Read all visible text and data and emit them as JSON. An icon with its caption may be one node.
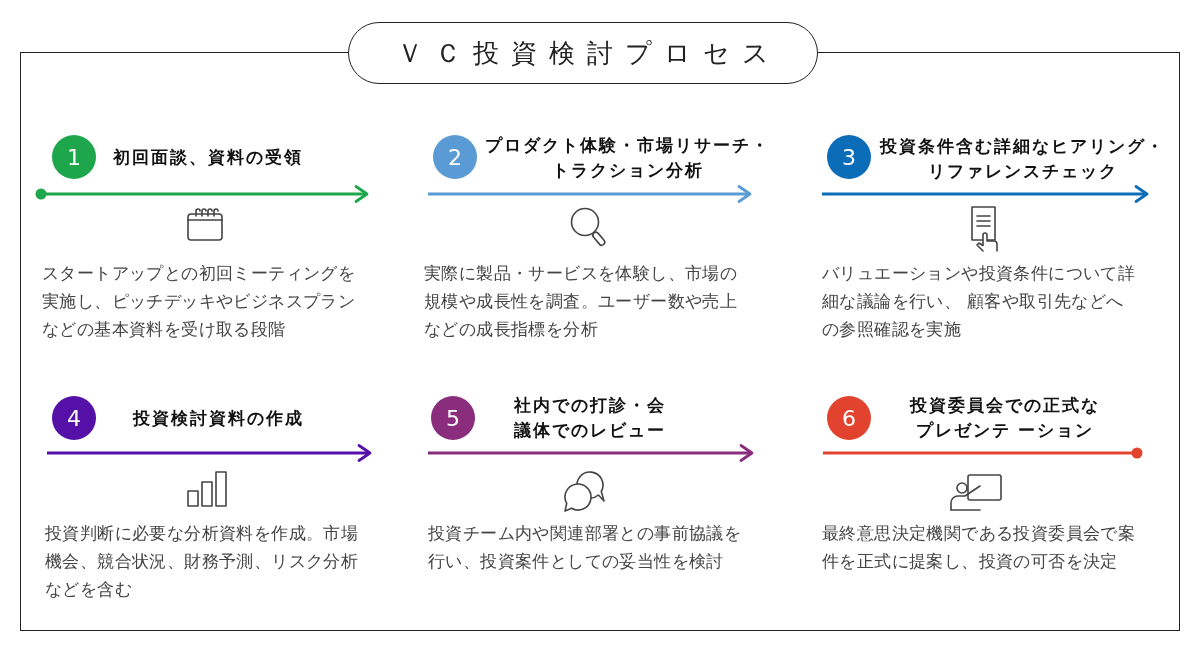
{
  "diagram": {
    "title": "ＶＣ投資検討プロセス",
    "nodes": [
      {
        "text": [
          "1"
        ],
        "beside": [
          "初回面談、資料の受領"
        ]
      },
      {
        "text": [
          "2"
        ],
        "beside": [
          "プロダクト体験・市場リサーチ・トラクション分析"
        ]
      },
      {
        "text": [
          "3"
        ],
        "beside": [
          "投資条件含む詳細なヒアリング・リファレンスチェック"
        ]
      },
      {
        "text": [
          "4"
        ],
        "beside": [
          "投資検討資料の作成"
        ]
      },
      {
        "text": [
          "5"
        ],
        "beside": [
          "社内での打診・会議体でのレビュー"
        ]
      },
      {
        "text": [
          "6"
        ],
        "beside": [
          "投資委員会での正式なプレゼンテ ーション"
        ]
      }
    ],
    "labels": [
      "スタートアップとの初回ミーティングを実施し、ピッチデッキやビジネスプランなどの基本資料を受け取る段階",
      "実際に製品・サービスを体験し、市場の規模や成長性を調査。ユーザー数や売上などの成長指標を分析",
      "バリュエーションや投資条件について詳細な議論を行い、 顧客や取引先などへの参照確認を実施",
      "投資判断に必要な分析資料を作成。市場機会、競合状況、財務予測、リスク分析などを含む",
      "投資チーム内や関連部署との事前協議を行い、投資案件としての妥当性を検討",
      "最終意思決定機関である投資委員会で案件を正式に提案し、投資の可否を決定"
    ]
  }
}
